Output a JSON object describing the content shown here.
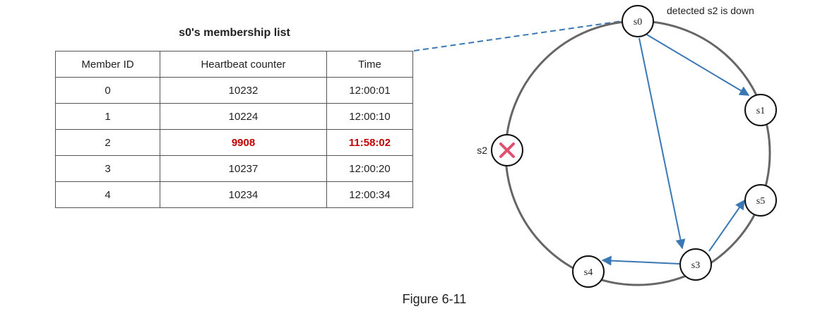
{
  "table": {
    "title": "s0's membership list",
    "headers": [
      "Member ID",
      "Heartbeat counter",
      "Time"
    ],
    "rows": [
      {
        "id": "0",
        "heartbeat": "10232",
        "time": "12:00:01",
        "down": false
      },
      {
        "id": "1",
        "heartbeat": "10224",
        "time": "12:00:10",
        "down": false
      },
      {
        "id": "2",
        "heartbeat": "9908",
        "time": "11:58:02",
        "down": true
      },
      {
        "id": "3",
        "heartbeat": "10237",
        "time": "12:00:20",
        "down": false
      },
      {
        "id": "4",
        "heartbeat": "10234",
        "time": "12:00:34",
        "down": false
      }
    ]
  },
  "ring": {
    "nodes": {
      "s0": "s0",
      "s1": "s1",
      "s2": "s2",
      "s3": "s3",
      "s4": "s4",
      "s5": "s5"
    },
    "annotation": "detected s2 is down",
    "failed_icon": "cross-icon"
  },
  "caption": "Figure 6-11",
  "colors": {
    "ring": "#666666",
    "arrow": "#3a78b5",
    "down_text": "#c00000",
    "failed_cross": "#e0506e"
  }
}
